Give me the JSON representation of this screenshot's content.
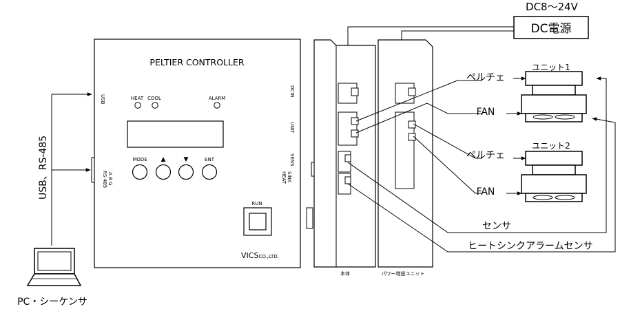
{
  "power": {
    "voltage": "DC8～24V",
    "supply": "DC電源"
  },
  "controller": {
    "title": "PELTIER CONTROLLER",
    "leds": {
      "heat": "HEAT",
      "cool": "COOL",
      "alarm": "ALARM"
    },
    "buttons": {
      "mode": "MODE",
      "up": "▲",
      "down": "▼",
      "ent": "ENT"
    },
    "run": "RUN",
    "maker_main": "VICS",
    "maker_sub": "CO.,LTD."
  },
  "ports_left": {
    "usb": "USB",
    "rs485": "RS-485",
    "rs485_pins": "A B G"
  },
  "ports_right": {
    "dcin": "DCIN",
    "unit": "UNIT",
    "sens": "SENS",
    "heat": "HEAT",
    "sink": "SINK"
  },
  "host": {
    "interface": "USB、RS-485",
    "name": "PC・シーケンサ"
  },
  "side_labels": {
    "main_body": "本体",
    "expansion": "パワー増設ユニット"
  },
  "units": [
    {
      "name": "ユニット1",
      "peltier": "ペルチェ",
      "fan": "FAN"
    },
    {
      "name": "ユニット2",
      "peltier": "ペルチェ",
      "fan": "FAN"
    }
  ],
  "sensors": {
    "sensor": "センサ",
    "heatsink_alarm": "ヒートシンクアラームセンサ"
  }
}
